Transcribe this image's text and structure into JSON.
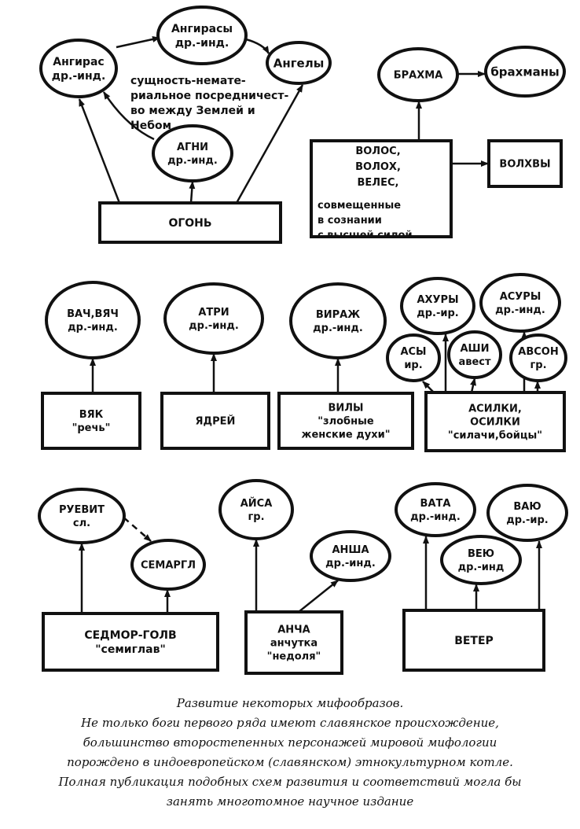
{
  "nodes": {
    "angiras": [
      "Ангирас",
      "др.-инд."
    ],
    "angirasy": [
      "Ангирасы",
      "др.-инд."
    ],
    "angely": [
      "Ангелы"
    ],
    "agni": [
      "АГНИ",
      "др.-инд."
    ],
    "ogon": [
      "ОГОНЬ"
    ],
    "essence_note": [
      "сущность-немате-",
      "риальное посредничест-",
      "во между Землей и",
      "Небом"
    ],
    "brahma": [
      "БРАХМА"
    ],
    "brahmany": [
      "брахманы"
    ],
    "volos": [
      "ВОЛОС,",
      "ВОЛОХ,",
      "ВЕЛЕС,"
    ],
    "volos_note": [
      "совмещенные",
      "в сознании",
      "с высшей силой"
    ],
    "volkhvy": [
      "ВОЛХВЫ"
    ],
    "vach": [
      "ВАЧ,ВЯЧ",
      "др.-инд."
    ],
    "atri": [
      "АТРИ",
      "др.-инд."
    ],
    "virazh": [
      "ВИРАЖ",
      "др.-инд."
    ],
    "akhury": [
      "АХУРЫ",
      "др.-ир."
    ],
    "asury": [
      "АСУРЫ",
      "др.-инд."
    ],
    "asy": [
      "АСЫ",
      "ир."
    ],
    "ashi": [
      "АШИ",
      "авест"
    ],
    "avson": [
      "АВСОН",
      "гр."
    ],
    "vyak": [
      "ВЯК",
      "\"речь\""
    ],
    "yadrey": [
      "ЯДРЕЙ"
    ],
    "vily": [
      "ВИЛЫ",
      "\"злобные",
      "женские духи\""
    ],
    "asilki": [
      "АСИЛКИ,",
      "ОСИЛКИ",
      "\"силачи,бойцы\""
    ],
    "ruevit": [
      "РУЕВИТ",
      "сл."
    ],
    "semargl": [
      "СЕМАРГЛ"
    ],
    "aysa": [
      "АЙСА",
      "гр."
    ],
    "ansha": [
      "АНША",
      "др.-инд."
    ],
    "vata": [
      "ВАТА",
      "др.-инд."
    ],
    "vayu": [
      "ВАЮ",
      "др.-ир."
    ],
    "veyu": [
      "ВЕЮ",
      "др.-инд"
    ],
    "sedmor": [
      "СЕДМОР-ГОЛВ",
      "\"семиглав\""
    ],
    "ancha": [
      "АНЧА",
      "анчутка",
      "\"недоля\""
    ],
    "veter": [
      "ВЕТЕР"
    ]
  },
  "caption": [
    "Развитие некоторых мифообразов.",
    "Не только боги первого ряда имеют славянское происхождение,",
    "большинство второстепенных персонажей мировой мифологии",
    "порождено в индоевропейском (славянском) этнокультурном котле.",
    "Полная публикация подобных схем развития и соответствий могла бы",
    "занять многотомное научное издание"
  ]
}
